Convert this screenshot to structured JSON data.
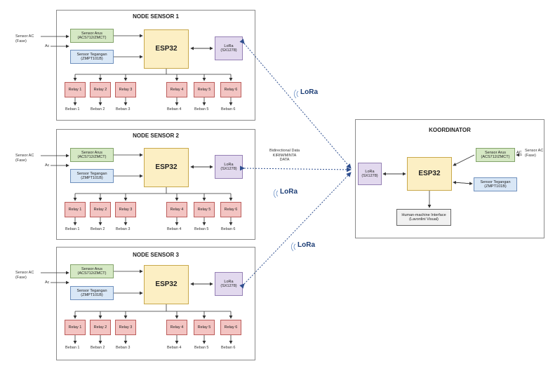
{
  "nodes": [
    {
      "title": "NODE SENSOR 1",
      "sensor_input_label": "Sensor AC\n(Fase)",
      "sensor_input_suffix": "Ac",
      "sensor_arus": "Sensor Arus\n(ACS712/ZMCT)",
      "sensor_tegangan": "Sensor Tegangan\n(ZMPT101B)",
      "esp": "ESP32",
      "lora": "LoRa\n(SX1278)",
      "relays": [
        "Relay 1",
        "Relay 2",
        "Relay 3",
        "Relay 4",
        "Relay 5",
        "Relay 6"
      ],
      "beban": [
        "Beban 1",
        "Beban 2",
        "Beban 3",
        "Beban 4",
        "Beban 5",
        "Beban 6"
      ]
    },
    {
      "title": "NODE SENSOR 2",
      "sensor_input_label": "Sensor AC\n(Fase)",
      "sensor_input_suffix": "Ac",
      "sensor_arus": "Sensor Arus\n(ACS712/ZMCT)",
      "sensor_tegangan": "Sensor Tegangan\n(ZMPT101B)",
      "esp": "ESP32",
      "lora": "LoRa\n(SX1278)",
      "relays": [
        "Relay 1",
        "Relay 2",
        "Relay 3",
        "Relay 4",
        "Relay 5",
        "Relay 6"
      ],
      "beban": [
        "Beban 1",
        "Beban 2",
        "Beban 3",
        "Beban 4",
        "Beban 5",
        "Beban 6"
      ]
    },
    {
      "title": "NODE SENSOR 3",
      "sensor_input_label": "Sensor AC\n(Fase)",
      "sensor_input_suffix": "Ac",
      "sensor_arus": "Sensor Arus\n(ACS712/ZMCT)",
      "sensor_tegangan": "Sensor Tegangan\n(ZMPT101B)",
      "esp": "ESP32",
      "lora": "LoRa\n(SX1278)",
      "relays": [
        "Relay 1",
        "Relay 2",
        "Relay 3",
        "Relay 4",
        "Relay 5",
        "Relay 6"
      ],
      "beban": [
        "Beban 1",
        "Beban 2",
        "Beban 3",
        "Beban 4",
        "Beban 5",
        "Beban 6"
      ]
    }
  ],
  "coordinator": {
    "title": "KOORDINATOR",
    "lora": "LoRa\n(SX1278)",
    "esp": "ESP32",
    "sensor_arus": "Sensor Arus\n(ACS712/ZMCT)",
    "sensor_tegangan": "Sensor Tegangan\n(ZMPT101B)",
    "sensor_input_label": "Sensor AC\n(Fase)",
    "sensor_input_suffix": "AC",
    "hmi": "Human-machine Interface\n(Lavonlini Visual)"
  },
  "link_note": "Bidirectional Data\nKIRIM/MINTA\nDATA",
  "lora_labels": [
    "LoRa",
    "LoRa",
    "LoRa"
  ],
  "colors": {
    "green": "#d5e8c4",
    "blue": "#d9e7f6",
    "yellow": "#fcefc4",
    "purple": "#e2d9ee",
    "red": "#f3c4c2",
    "link": "#2f4f8f"
  }
}
